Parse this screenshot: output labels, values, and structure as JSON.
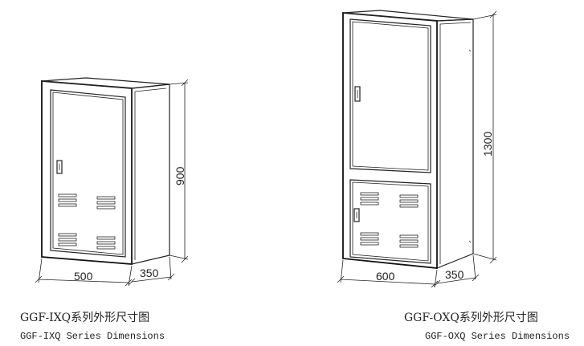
{
  "cabinet_ixq": {
    "dim_width": "500",
    "dim_depth": "350",
    "dim_height": "900",
    "caption_cn": "GGF-IXQ系列外形尺寸图",
    "caption_en": "GGF-IXQ Series Dimensions"
  },
  "cabinet_oxq": {
    "dim_width": "600",
    "dim_depth": "350",
    "dim_height": "1300",
    "caption_cn": "GGF-OXQ系列外形尺寸图",
    "caption_en": "GGF-OXQ Series Dimensions"
  }
}
